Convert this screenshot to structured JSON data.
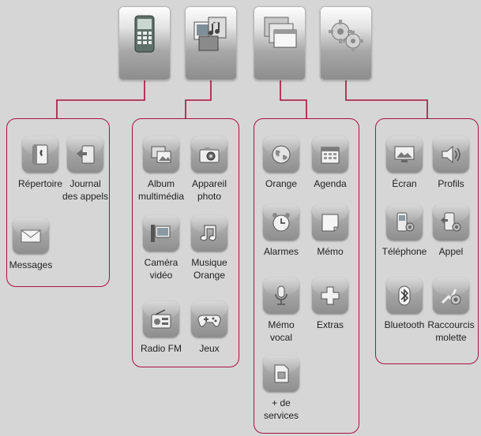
{
  "categories": [
    {
      "name": "phone",
      "icon": "mobile-phone-icon"
    },
    {
      "name": "multimedia",
      "icon": "multimedia-icon"
    },
    {
      "name": "organizer",
      "icon": "windows-stack-icon"
    },
    {
      "name": "settings",
      "icon": "gears-icon"
    }
  ],
  "groups": {
    "phone": [
      {
        "label1": "Répertoire",
        "label2": "",
        "icon": "address-book-icon"
      },
      {
        "label1": "Journal",
        "label2": "des appels",
        "icon": "call-log-icon"
      },
      {
        "label1": "Messages",
        "label2": "",
        "icon": "envelope-icon"
      }
    ],
    "multimedia": [
      {
        "label1": "Album",
        "label2": "multimédia",
        "icon": "photo-album-icon"
      },
      {
        "label1": "Appareil",
        "label2": "photo",
        "icon": "camera-icon"
      },
      {
        "label1": "Caméra",
        "label2": "vidéo",
        "icon": "video-camera-icon"
      },
      {
        "label1": "Musique",
        "label2": "Orange",
        "icon": "music-icon"
      },
      {
        "label1": "Radio FM",
        "label2": "",
        "icon": "radio-icon"
      },
      {
        "label1": "Jeux",
        "label2": "",
        "icon": "gamepad-icon"
      }
    ],
    "organizer": [
      {
        "label1": "Orange",
        "label2": "",
        "icon": "globe-icon"
      },
      {
        "label1": "Agenda",
        "label2": "",
        "icon": "calendar-icon"
      },
      {
        "label1": "Alarmes",
        "label2": "",
        "icon": "alarm-clock-icon"
      },
      {
        "label1": "Mémo",
        "label2": "",
        "icon": "memo-note-icon"
      },
      {
        "label1": "Mémo",
        "label2": "vocal",
        "icon": "microphone-icon"
      },
      {
        "label1": "Extras",
        "label2": "",
        "icon": "plus-icon"
      },
      {
        "label1": "+ de",
        "label2": "services",
        "icon": "sim-card-icon"
      }
    ],
    "settings": [
      {
        "label1": "Écran",
        "label2": "",
        "icon": "display-icon"
      },
      {
        "label1": "Profils",
        "label2": "",
        "icon": "speaker-icon"
      },
      {
        "label1": "Téléphone",
        "label2": "",
        "icon": "phone-settings-icon"
      },
      {
        "label1": "Appel",
        "label2": "",
        "icon": "call-settings-icon"
      },
      {
        "label1": "Bluetooth",
        "label2": "",
        "icon": "bluetooth-icon"
      },
      {
        "label1": "Raccourcis",
        "label2": "molette",
        "icon": "shortcut-wheel-icon"
      }
    ]
  },
  "colors": {
    "connector": "#a8123f",
    "background": "#d6d6d6",
    "icon_tile": "#9c9c9c"
  }
}
